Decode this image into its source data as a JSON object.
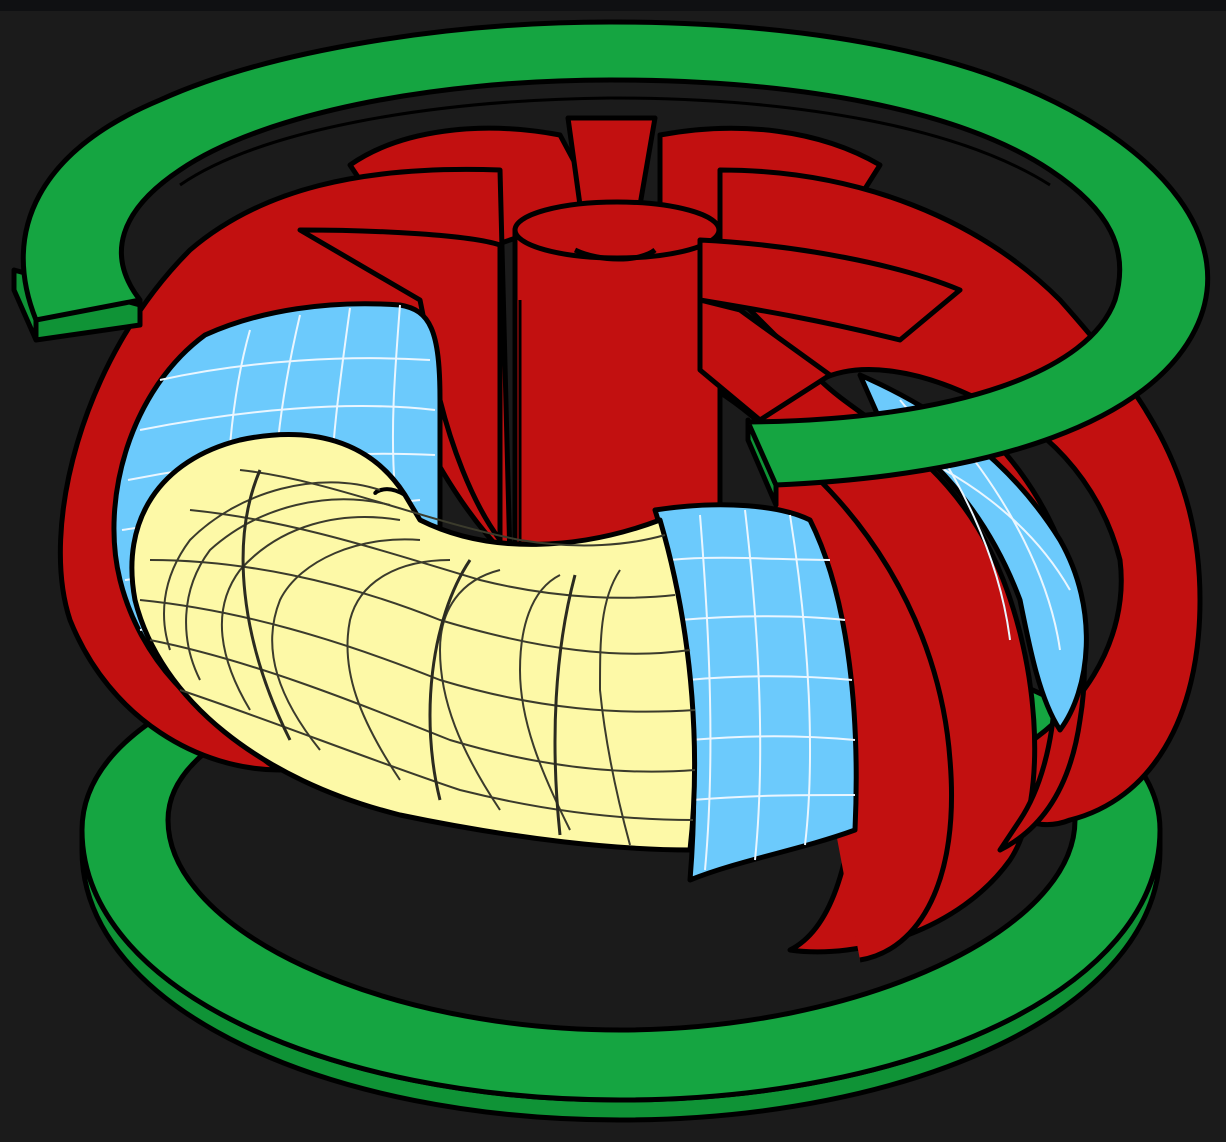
{
  "figure": {
    "colors": {
      "background": "#1b1b1b",
      "top_strip": "#0f1012",
      "outline": "#000000",
      "poloidal_coil_green": "#0f9336",
      "poloidal_coil_green_light": "#15a541",
      "toroidal_coil_red": "#c21010",
      "vessel_blue": "#6ccafc",
      "vessel_grid": "#eaf6ff",
      "plasma_yellow": "#fdf9a7",
      "plasma_grid": "#3b3b2c"
    },
    "components": [
      {
        "key": "outer_poloidal_coil_top",
        "icon": "green-ring"
      },
      {
        "key": "outer_poloidal_coil_bottom",
        "icon": "green-ring"
      },
      {
        "key": "toroidal_field_coils",
        "icon": "red-d-coil"
      },
      {
        "key": "central_solenoid",
        "icon": "red-cylinder"
      },
      {
        "key": "vacuum_vessel",
        "icon": "blue-gridded-torus-shell"
      },
      {
        "key": "plasma",
        "icon": "yellow-gridded-torus"
      }
    ]
  }
}
